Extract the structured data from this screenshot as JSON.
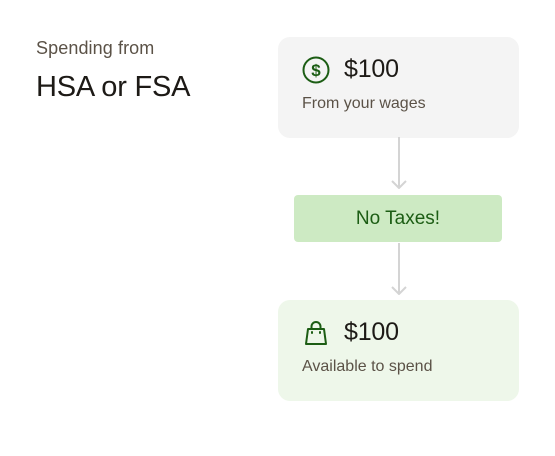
{
  "header": {
    "subtitle": "Spending from",
    "title": "HSA or FSA"
  },
  "flow": {
    "source": {
      "icon": "dollar-circle-icon",
      "amount": "$100",
      "caption": "From your wages"
    },
    "step": {
      "label": "No Taxes!"
    },
    "result": {
      "icon": "shopping-bag-icon",
      "amount": "$100",
      "caption": "Available to spend"
    }
  },
  "colors": {
    "accent_green": "#1c5d14",
    "badge_bg": "#cdeac3",
    "result_card_bg": "#eef7ea",
    "source_card_bg": "#f4f4f4",
    "arrow": "#d4d4d4"
  }
}
